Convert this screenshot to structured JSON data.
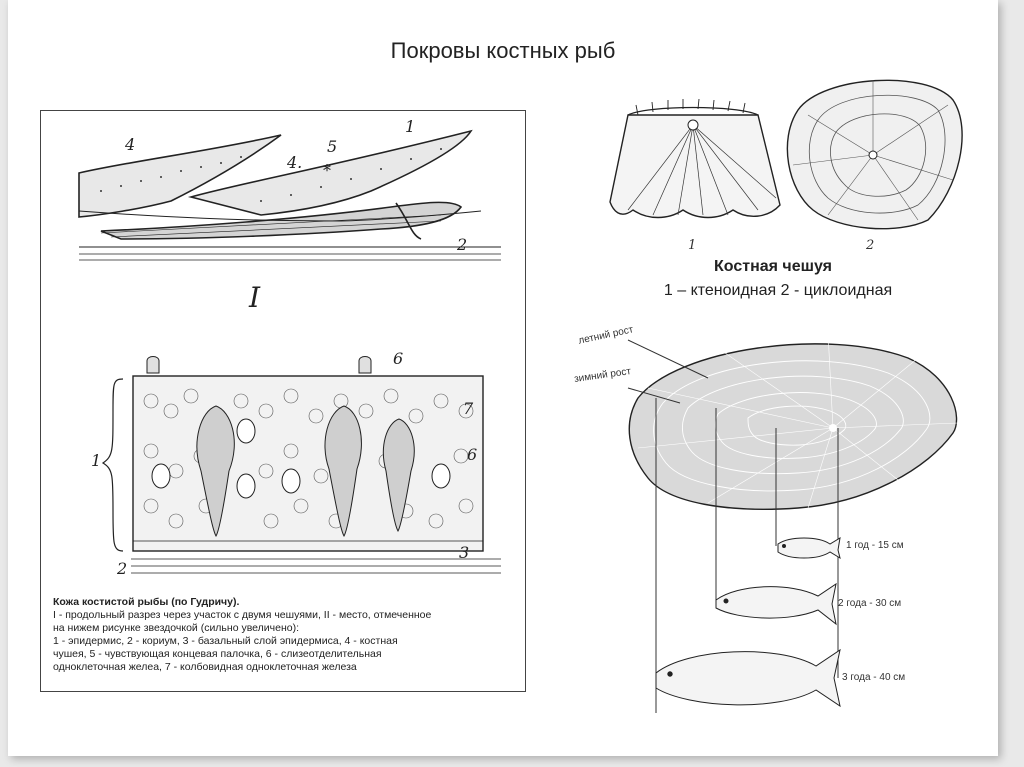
{
  "title": "Покровы костных рыб",
  "skin_section": {
    "roman_label": "I",
    "top_labels": [
      "4",
      "4.",
      "5",
      "*",
      "1",
      "2"
    ],
    "bottom_labels": [
      "6",
      "7",
      "1",
      "6",
      "2",
      "3"
    ],
    "caption": [
      "Кожа костистой рыбы (по Гудричу).",
      "I - продольный разрез через участок с двумя чешуями, II - место, отмеченное",
      "на нижем рисунке звездочкой (сильно увеличено):",
      "1 - эпидермис, 2 - кориум, 3 - базальный слой эпидермиса, 4 - костная",
      "чушея, 5 - чувствующая концевая палочка, 6 - слизеотделительная",
      "одноклеточная желеа, 7 - колбовидная одноклеточная железа"
    ]
  },
  "bone_scale": {
    "num1": "1",
    "num2": "2",
    "title": "Костная чешуя",
    "subtitle": "1 – ктеноидная 2 - циклоидная"
  },
  "growth": {
    "summer_label": "летний рост",
    "winter_label": "зимний рост",
    "ages": [
      "1 год - 15 см",
      "2 года - 30 см",
      "3 года - 40 см"
    ]
  }
}
